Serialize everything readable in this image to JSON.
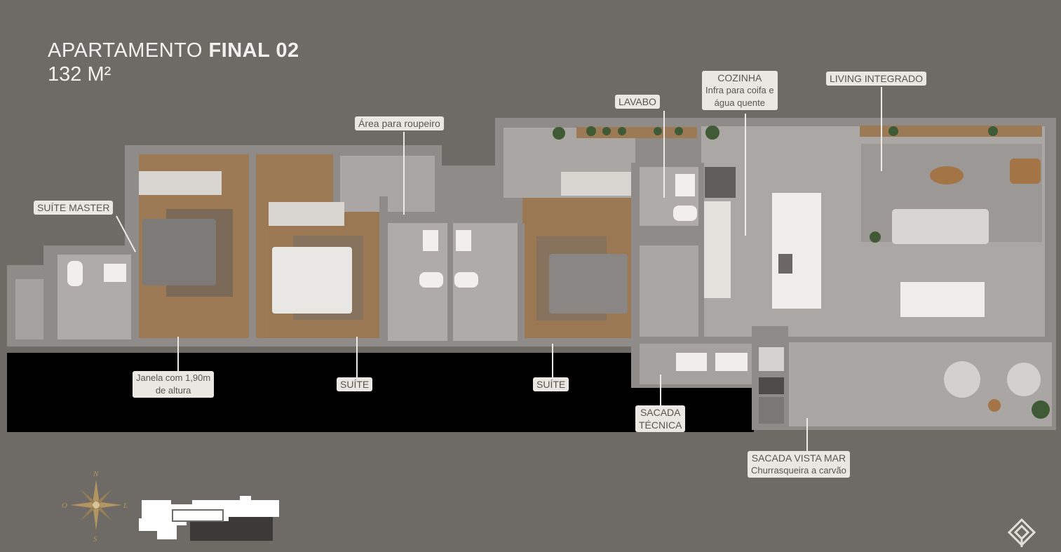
{
  "header": {
    "title_prefix": "APARTAMENTO ",
    "title_bold": "FINAL 02",
    "area": "132 M²"
  },
  "labels": {
    "suite_master": "SUÍTE MASTER",
    "area_roupeiro": "Área para roupeiro",
    "lavabo": "LAVABO",
    "cozinha_title": "COZINHA",
    "cozinha_line1": "Infra para coifa e",
    "cozinha_line2": "água quente",
    "living": "LIVING INTEGRADO",
    "janela_line1": "Janela com 1,90m",
    "janela_line2": "de altura",
    "suite_1": "SUÍTE",
    "suite_2": "SUÍTE",
    "sacada_tecnica_line1": "SACADA",
    "sacada_tecnica_line2": "TÉCNICA",
    "sacada_vista_title": "SACADA VISTA MAR",
    "sacada_vista_sub": "Churrasqueira a carvão"
  },
  "compass": {
    "north": "N",
    "south": "S",
    "east": "L",
    "west": "O"
  },
  "colors": {
    "background": "#6e6a66",
    "wall": "#8e8b88",
    "floor_tile": "#a9a6a3",
    "wood": "#9c7a55",
    "label_bg": "#ebe7e2",
    "shadow_band": "#000000",
    "compass_gold": "#b39561"
  },
  "icons": [
    "compass-rose-icon",
    "building-key-plan-icon",
    "brand-logo-icon"
  ]
}
